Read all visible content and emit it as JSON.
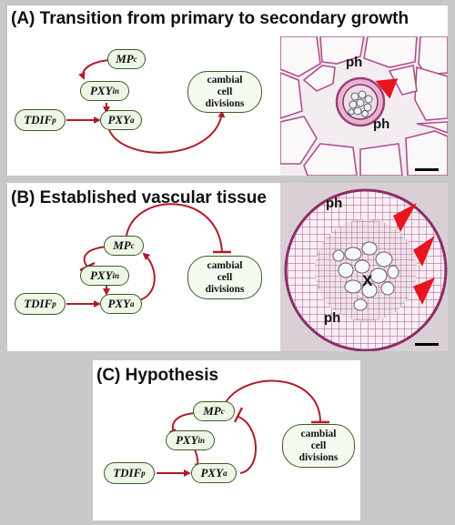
{
  "panel_a": {
    "title": "(A) Transition from primary to secondary growth",
    "nodes": {
      "mpc": {
        "main": "MP",
        "sub": "c"
      },
      "pxyin": {
        "main": "PXY",
        "sub": "in"
      },
      "tdifp": {
        "main": "TDIF",
        "sub": "p"
      },
      "pxya": {
        "main": "PXY",
        "sub": "a"
      }
    },
    "cambial": {
      "line1": "cambial",
      "line2": "cell",
      "line3": "divisions"
    },
    "micrograph_labels": {
      "ph_top": "ph",
      "ph_bottom": "ph"
    }
  },
  "panel_b": {
    "title": "(B) Established vascular tissue",
    "nodes": {
      "mpc": {
        "main": "MP",
        "sub": "c"
      },
      "pxyin": {
        "main": "PXY",
        "sub": "in"
      },
      "tdifp": {
        "main": "TDIF",
        "sub": "p"
      },
      "pxya": {
        "main": "PXY",
        "sub": "a"
      }
    },
    "cambial": {
      "line1": "cambial",
      "line2": "cell",
      "line3": "divisions"
    },
    "micrograph_labels": {
      "ph_top": "ph",
      "x": "X",
      "ph_bottom": "ph"
    }
  },
  "panel_c": {
    "title": "(C) Hypothesis",
    "nodes": {
      "mpc": {
        "main": "MP",
        "sub": "c"
      },
      "pxyin": {
        "main": "PXY",
        "sub": "in"
      },
      "tdifp": {
        "main": "TDIF",
        "sub": "p"
      },
      "pxya": {
        "main": "PXY",
        "sub": "a"
      }
    },
    "cambial": {
      "line1": "cambial",
      "line2": "cell",
      "line3": "divisions"
    }
  },
  "colors": {
    "background": "#c8c8c8",
    "edge": "#b01c2a",
    "node_fill": "#eef7e6",
    "node_border": "#3d5a2a",
    "arrowhead_marker": "#e8141e",
    "tissue_stain": "#b0508a"
  }
}
